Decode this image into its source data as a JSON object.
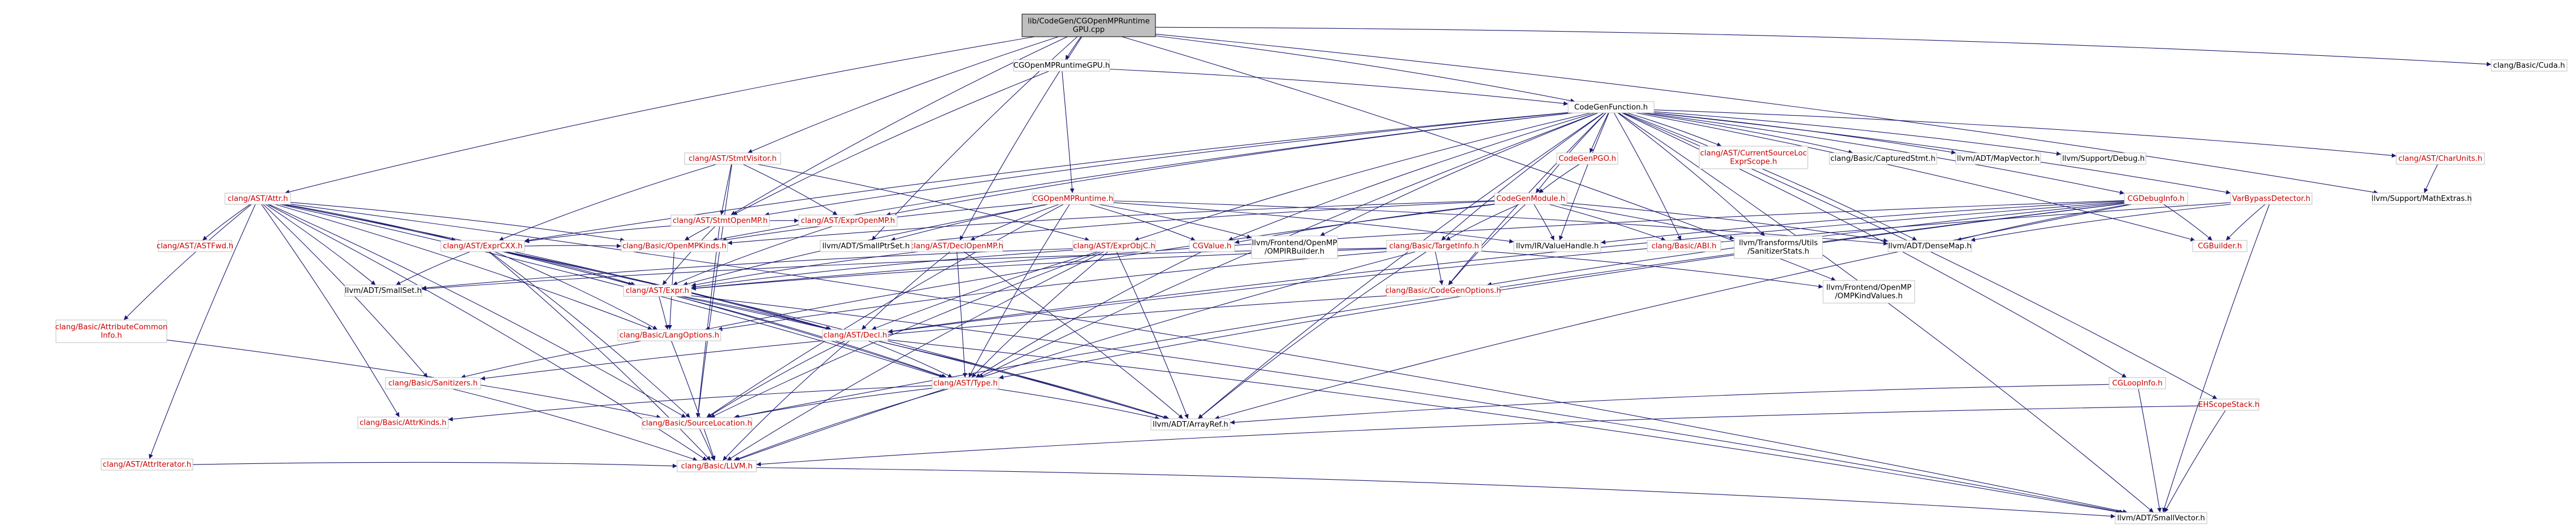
{
  "title": "lib/CodeGen/CGOpenMPRuntimeGPU.cpp",
  "colors": {
    "edge": "#191970",
    "link_text": "#cc0000",
    "plain_text": "#000000",
    "node_border": "#bfbfbf",
    "root_fill": "#bfbfbf"
  },
  "nodes": [
    {
      "id": "root",
      "label": "lib/CodeGen/CGOpenMPRuntime\nGPU.cpp",
      "linked": false,
      "root": true
    },
    {
      "id": "cgomprtgpu_h",
      "label": "CGOpenMPRuntimeGPU.h",
      "linked": false
    },
    {
      "id": "cuda_h",
      "label": "clang/Basic/Cuda.h",
      "linked": false
    },
    {
      "id": "cgf_h",
      "label": "CodeGenFunction.h",
      "linked": false
    },
    {
      "id": "stmtvisitor_h",
      "label": "clang/AST/StmtVisitor.h",
      "linked": true
    },
    {
      "id": "attr_h",
      "label": "clang/AST/Attr.h",
      "linked": true
    },
    {
      "id": "cgomprt_h",
      "label": "CGOpenMPRuntime.h",
      "linked": true
    },
    {
      "id": "stmtomp_h",
      "label": "clang/AST/StmtOpenMP.h",
      "linked": true
    },
    {
      "id": "exprcxx_h",
      "label": "clang/AST/ExprCXX.h",
      "linked": true
    },
    {
      "id": "openmpkinds_h",
      "label": "clang/Basic/OpenMPKinds.h",
      "linked": true
    },
    {
      "id": "exprompr_h",
      "label": "clang/AST/ExprOpenMP.h",
      "linked": true
    },
    {
      "id": "declomp_h",
      "label": "clang/AST/DeclOpenMP.h",
      "linked": true
    },
    {
      "id": "exprobjc_h",
      "label": "clang/AST/ExprObjC.h",
      "linked": true
    },
    {
      "id": "cgvalue_h",
      "label": "CGValue.h",
      "linked": true
    },
    {
      "id": "smallptrset_h",
      "label": "llvm/ADT/SmallPtrSet.h",
      "linked": false
    },
    {
      "id": "omp_irbuilder_h",
      "label": "llvm/Frontend/OpenMP\n/OMPIRBuilder.h",
      "linked": false
    },
    {
      "id": "cgpgo_h",
      "label": "CodeGenPGO.h",
      "linked": true
    },
    {
      "id": "codegenmodule_h",
      "label": "CodeGenModule.h",
      "linked": true
    },
    {
      "id": "currentsourceloc_h",
      "label": "clang/AST/CurrentSourceLoc\nExprScope.h",
      "linked": true
    },
    {
      "id": "capturedstmt_h",
      "label": "clang/Basic/CapturedStmt.h",
      "linked": false
    },
    {
      "id": "mapvector_h",
      "label": "llvm/ADT/MapVector.h",
      "linked": false
    },
    {
      "id": "debug_h",
      "label": "llvm/Support/Debug.h",
      "linked": false
    },
    {
      "id": "cgdebuginfo_h",
      "label": "CGDebugInfo.h",
      "linked": true
    },
    {
      "id": "varbypass_h",
      "label": "VarBypassDetector.h",
      "linked": true
    },
    {
      "id": "charunits_h",
      "label": "clang/AST/CharUnits.h",
      "linked": true
    },
    {
      "id": "mathextras_h",
      "label": "llvm/Support/MathExtras.h",
      "linked": false
    },
    {
      "id": "targetinfo_h",
      "label": "clang/Basic/TargetInfo.h",
      "linked": true
    },
    {
      "id": "valuehandle_h",
      "label": "llvm/IR/ValueHandle.h",
      "linked": false
    },
    {
      "id": "sanitizerstats_h",
      "label": "llvm/Transforms/Utils\n/SanitizerStats.h",
      "linked": false
    },
    {
      "id": "densemap_h",
      "label": "llvm/ADT/DenseMap.h",
      "linked": false
    },
    {
      "id": "cgbuilder_h",
      "label": "CGBuilder.h",
      "linked": true
    },
    {
      "id": "abi_h",
      "label": "clang/Basic/ABI.h",
      "linked": true
    },
    {
      "id": "astfwd_h",
      "label": "clang/AST/ASTFwd.h",
      "linked": true
    },
    {
      "id": "smallset_h",
      "label": "llvm/ADT/SmallSet.h",
      "linked": false
    },
    {
      "id": "expr_h",
      "label": "clang/AST/Expr.h",
      "linked": true
    },
    {
      "id": "codegenoptions_h",
      "label": "clang/Basic/CodeGenOptions.h",
      "linked": true
    },
    {
      "id": "ompkindvalues_h",
      "label": "llvm/Frontend/OpenMP\n/OMPKindValues.h",
      "linked": false
    },
    {
      "id": "attrcommoninfo_h",
      "label": "clang/Basic/AttributeCommon\nInfo.h",
      "linked": true
    },
    {
      "id": "langoptions_h",
      "label": "clang/Basic/LangOptions.h",
      "linked": true
    },
    {
      "id": "decl_h",
      "label": "clang/AST/Decl.h",
      "linked": true
    },
    {
      "id": "sanitizers_h",
      "label": "clang/Basic/Sanitizers.h",
      "linked": true
    },
    {
      "id": "type_h",
      "label": "clang/AST/Type.h",
      "linked": true
    },
    {
      "id": "cgloopinfo_h",
      "label": "CGLoopInfo.h",
      "linked": true
    },
    {
      "id": "ehscopestack_h",
      "label": "EHScopeStack.h",
      "linked": true
    },
    {
      "id": "attrkinds_h",
      "label": "clang/Basic/AttrKinds.h",
      "linked": true
    },
    {
      "id": "sourcelocation_h",
      "label": "clang/Basic/SourceLocation.h",
      "linked": true
    },
    {
      "id": "arrayref_h",
      "label": "llvm/ADT/ArrayRef.h",
      "linked": false
    },
    {
      "id": "attriterator_h",
      "label": "clang/AST/AttrIterator.h",
      "linked": true
    },
    {
      "id": "llvm_h",
      "label": "clang/Basic/LLVM.h",
      "linked": true
    },
    {
      "id": "smallvector_h",
      "label": "llvm/ADT/SmallVector.h",
      "linked": false
    }
  ],
  "edges": [
    [
      "root",
      "cgomprtgpu_h"
    ],
    [
      "root",
      "cuda_h"
    ],
    [
      "root",
      "cgf_h"
    ],
    [
      "root",
      "stmtvisitor_h"
    ],
    [
      "root",
      "attr_h"
    ],
    [
      "root",
      "stmtomp_h"
    ],
    [
      "root",
      "declomp_h"
    ],
    [
      "root",
      "smallptrset_h"
    ],
    [
      "root",
      "ompkindvalues_h"
    ],
    [
      "root",
      "mathextras_h"
    ],
    [
      "cgomprtgpu_h",
      "cgomprt_h"
    ],
    [
      "cgomprtgpu_h",
      "cgf_h"
    ],
    [
      "cgomprtgpu_h",
      "stmtomp_h"
    ],
    [
      "cgf_h",
      "cgbuilder_h"
    ],
    [
      "cgf_h",
      "cgdebuginfo_h"
    ],
    [
      "cgf_h",
      "cgloopinfo_h"
    ],
    [
      "cgf_h",
      "cgvalue_h"
    ],
    [
      "cgf_h",
      "codegenmodule_h"
    ],
    [
      "cgf_h",
      "cgpgo_h"
    ],
    [
      "cgf_h",
      "ehscopestack_h"
    ],
    [
      "cgf_h",
      "varbypass_h"
    ],
    [
      "cgf_h",
      "currentsourceloc_h"
    ],
    [
      "cgf_h",
      "exprcxx_h"
    ],
    [
      "cgf_h",
      "exprobjc_h"
    ],
    [
      "cgf_h",
      "exprompr_h"
    ],
    [
      "cgf_h",
      "stmtomp_h"
    ],
    [
      "cgf_h",
      "type_h"
    ],
    [
      "cgf_h",
      "abi_h"
    ],
    [
      "cgf_h",
      "capturedstmt_h"
    ],
    [
      "cgf_h",
      "codegenoptions_h"
    ],
    [
      "cgf_h",
      "openmpkinds_h"
    ],
    [
      "cgf_h",
      "targetinfo_h"
    ],
    [
      "cgf_h",
      "arrayref_h"
    ],
    [
      "cgf_h",
      "densemap_h"
    ],
    [
      "cgf_h",
      "mapvector_h"
    ],
    [
      "cgf_h",
      "smallvector_h"
    ],
    [
      "cgf_h",
      "omp_irbuilder_h"
    ],
    [
      "cgf_h",
      "valuehandle_h"
    ],
    [
      "cgf_h",
      "debug_h"
    ],
    [
      "cgf_h",
      "sanitizerstats_h"
    ],
    [
      "cgf_h",
      "charunits_h"
    ],
    [
      "stmtvisitor_h",
      "exprcxx_h"
    ],
    [
      "stmtvisitor_h",
      "exprobjc_h"
    ],
    [
      "stmtvisitor_h",
      "exprompr_h"
    ],
    [
      "stmtvisitor_h",
      "stmtomp_h"
    ],
    [
      "stmtvisitor_h",
      "sourcelocation_h"
    ],
    [
      "attr_h",
      "astfwd_h"
    ],
    [
      "attr_h",
      "attriterator_h"
    ],
    [
      "attr_h",
      "decl_h"
    ],
    [
      "attr_h",
      "expr_h"
    ],
    [
      "attr_h",
      "type_h"
    ],
    [
      "attr_h",
      "attrcommoninfo_h"
    ],
    [
      "attr_h",
      "attrkinds_h"
    ],
    [
      "attr_h",
      "llvm_h"
    ],
    [
      "attr_h",
      "openmpkinds_h"
    ],
    [
      "attr_h",
      "sanitizers_h"
    ],
    [
      "attr_h",
      "sourcelocation_h"
    ],
    [
      "attr_h",
      "exprcxx_h"
    ],
    [
      "attr_h",
      "smallset_h"
    ],
    [
      "attr_h",
      "langoptions_h"
    ],
    [
      "attr_h",
      "smallvector_h"
    ],
    [
      "cgomprt_h",
      "cgvalue_h"
    ],
    [
      "cgomprt_h",
      "declomp_h"
    ],
    [
      "cgomprt_h",
      "expr_h"
    ],
    [
      "cgomprt_h",
      "type_h"
    ],
    [
      "cgomprt_h",
      "openmpkinds_h"
    ],
    [
      "cgomprt_h",
      "sourcelocation_h"
    ],
    [
      "cgomprt_h",
      "densemap_h"
    ],
    [
      "cgomprt_h",
      "smallptrset_h"
    ],
    [
      "cgomprt_h",
      "omp_irbuilder_h"
    ],
    [
      "cgomprt_h",
      "valuehandle_h"
    ],
    [
      "stmtomp_h",
      "exprompr_h"
    ],
    [
      "stmtomp_h",
      "exprcxx_h"
    ],
    [
      "stmtomp_h",
      "openmpkinds_h"
    ],
    [
      "stmtomp_h",
      "expr_h"
    ],
    [
      "stmtomp_h",
      "sourcelocation_h"
    ],
    [
      "exprcxx_h",
      "decl_h"
    ],
    [
      "exprcxx_h",
      "expr_h"
    ],
    [
      "exprcxx_h",
      "type_h"
    ],
    [
      "exprcxx_h",
      "langoptions_h"
    ],
    [
      "exprcxx_h",
      "llvm_h"
    ],
    [
      "exprcxx_h",
      "openmpkinds_h"
    ],
    [
      "exprcxx_h",
      "sourcelocation_h"
    ],
    [
      "exprcxx_h",
      "arrayref_h"
    ],
    [
      "exprcxx_h",
      "smallset_h"
    ],
    [
      "openmpkinds_h",
      "langoptions_h"
    ],
    [
      "exprompr_h",
      "expr_h"
    ],
    [
      "declomp_h",
      "decl_h"
    ],
    [
      "declomp_h",
      "expr_h"
    ],
    [
      "declomp_h",
      "type_h"
    ],
    [
      "declomp_h",
      "arrayref_h"
    ],
    [
      "exprobjc_h",
      "decl_h"
    ],
    [
      "exprobjc_h",
      "expr_h"
    ],
    [
      "exprobjc_h",
      "type_h"
    ],
    [
      "exprobjc_h",
      "llvm_h"
    ],
    [
      "exprobjc_h",
      "sourcelocation_h"
    ],
    [
      "exprobjc_h",
      "arrayref_h"
    ],
    [
      "exprobjc_h",
      "smallset_h"
    ],
    [
      "cgvalue_h",
      "type_h"
    ],
    [
      "cgpgo_h",
      "codegenmodule_h"
    ],
    [
      "codegenmodule_h",
      "cgvalue_h"
    ],
    [
      "codegenmodule_h",
      "abi_h"
    ],
    [
      "codegenmodule_h",
      "targetinfo_h"
    ],
    [
      "codegenmodule_h",
      "densemap_h"
    ],
    [
      "codegenmodule_h",
      "smallptrset_h"
    ],
    [
      "codegenmodule_h",
      "valuehandle_h"
    ],
    [
      "codegenmodule_h",
      "sanitizerstats_h"
    ],
    [
      "codegenmodule_h",
      "openmpkinds_h"
    ],
    [
      "codegenmodule_h",
      "codegenoptions_h"
    ],
    [
      "codegenmodule_h",
      "langoptions_h"
    ],
    [
      "cgdebuginfo_h",
      "cgbuilder_h"
    ],
    [
      "cgdebuginfo_h",
      "expr_h"
    ],
    [
      "cgdebuginfo_h",
      "type_h"
    ],
    [
      "cgdebuginfo_h",
      "codegenoptions_h"
    ],
    [
      "cgdebuginfo_h",
      "sourcelocation_h"
    ],
    [
      "cgdebuginfo_h",
      "densemap_h"
    ],
    [
      "cgdebuginfo_h",
      "valuehandle_h"
    ],
    [
      "cgdebuginfo_h",
      "decl_h"
    ],
    [
      "cgdebuginfo_h",
      "arrayref_h"
    ],
    [
      "varbypass_h",
      "cgbuilder_h"
    ],
    [
      "varbypass_h",
      "densemap_h"
    ],
    [
      "varbypass_h",
      "decl_h"
    ],
    [
      "varbypass_h",
      "smallvector_h"
    ],
    [
      "charunits_h",
      "mathextras_h"
    ],
    [
      "targetinfo_h",
      "codegenoptions_h"
    ],
    [
      "targetinfo_h",
      "langoptions_h"
    ],
    [
      "targetinfo_h",
      "llvm_h"
    ],
    [
      "targetinfo_h",
      "ompkindvalues_h"
    ],
    [
      "targetinfo_h",
      "smallset_h"
    ],
    [
      "targetinfo_h",
      "arrayref_h"
    ],
    [
      "targetinfo_h",
      "expr_h"
    ],
    [
      "expr_h",
      "decl_h"
    ],
    [
      "expr_h",
      "type_h"
    ],
    [
      "expr_h",
      "langoptions_h"
    ],
    [
      "expr_h",
      "smallvector_h"
    ],
    [
      "expr_h",
      "arrayref_h"
    ],
    [
      "codegenoptions_h",
      "sanitizers_h"
    ],
    [
      "attrcommoninfo_h",
      "sourcelocation_h"
    ],
    [
      "langoptions_h",
      "llvm_h"
    ],
    [
      "langoptions_h",
      "sanitizers_h"
    ],
    [
      "decl_h",
      "type_h"
    ],
    [
      "decl_h",
      "sourcelocation_h"
    ],
    [
      "decl_h",
      "llvm_h"
    ],
    [
      "decl_h",
      "arrayref_h"
    ],
    [
      "decl_h",
      "smallvector_h"
    ],
    [
      "sanitizers_h",
      "llvm_h"
    ],
    [
      "type_h",
      "attrkinds_h"
    ],
    [
      "type_h",
      "sourcelocation_h"
    ],
    [
      "type_h",
      "llvm_h"
    ],
    [
      "type_h",
      "arrayref_h"
    ],
    [
      "cgloopinfo_h",
      "arrayref_h"
    ],
    [
      "cgloopinfo_h",
      "smallvector_h"
    ],
    [
      "ehscopestack_h",
      "llvm_h"
    ],
    [
      "ehscopestack_h",
      "smallvector_h"
    ],
    [
      "sourcelocation_h",
      "llvm_h"
    ],
    [
      "attriterator_h",
      "llvm_h"
    ],
    [
      "llvm_h",
      "smallvector_h"
    ]
  ]
}
